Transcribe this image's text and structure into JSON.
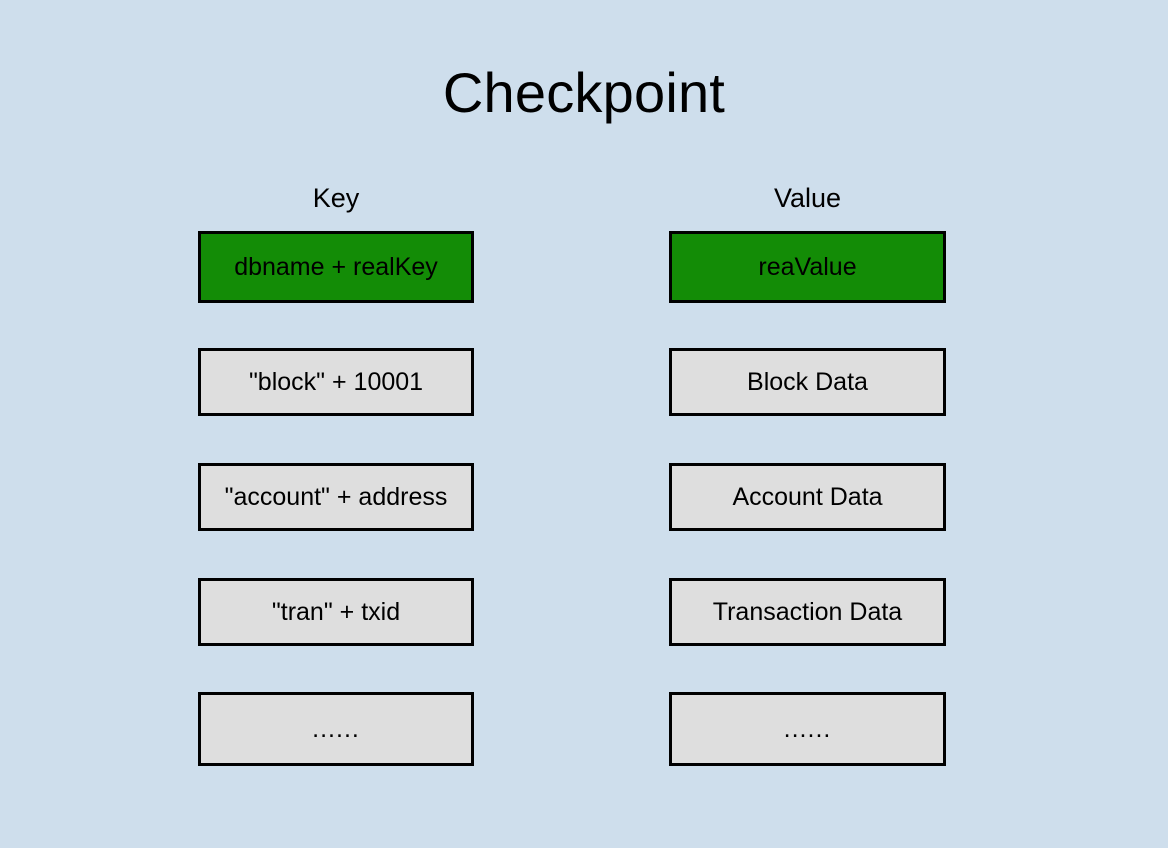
{
  "diagram": {
    "title": "Checkpoint",
    "background_color": "#cedeec",
    "box_fill_color": "#dedede",
    "highlight_fill_color": "#138c06",
    "border_color": "#000000",
    "columns": [
      {
        "header": "Key"
      },
      {
        "header": "Value"
      }
    ],
    "rows": [
      {
        "key": "dbname + realKey",
        "value": "reaValue",
        "highlighted": true
      },
      {
        "key": "\"block\" + 10001",
        "value": "Block Data",
        "highlighted": false
      },
      {
        "key": "\"account\" + address",
        "value": "Account Data",
        "highlighted": false
      },
      {
        "key": "\"tran\" + txid",
        "value": "Transaction Data",
        "highlighted": false
      },
      {
        "key": "......",
        "value": "......",
        "highlighted": false
      }
    ]
  }
}
